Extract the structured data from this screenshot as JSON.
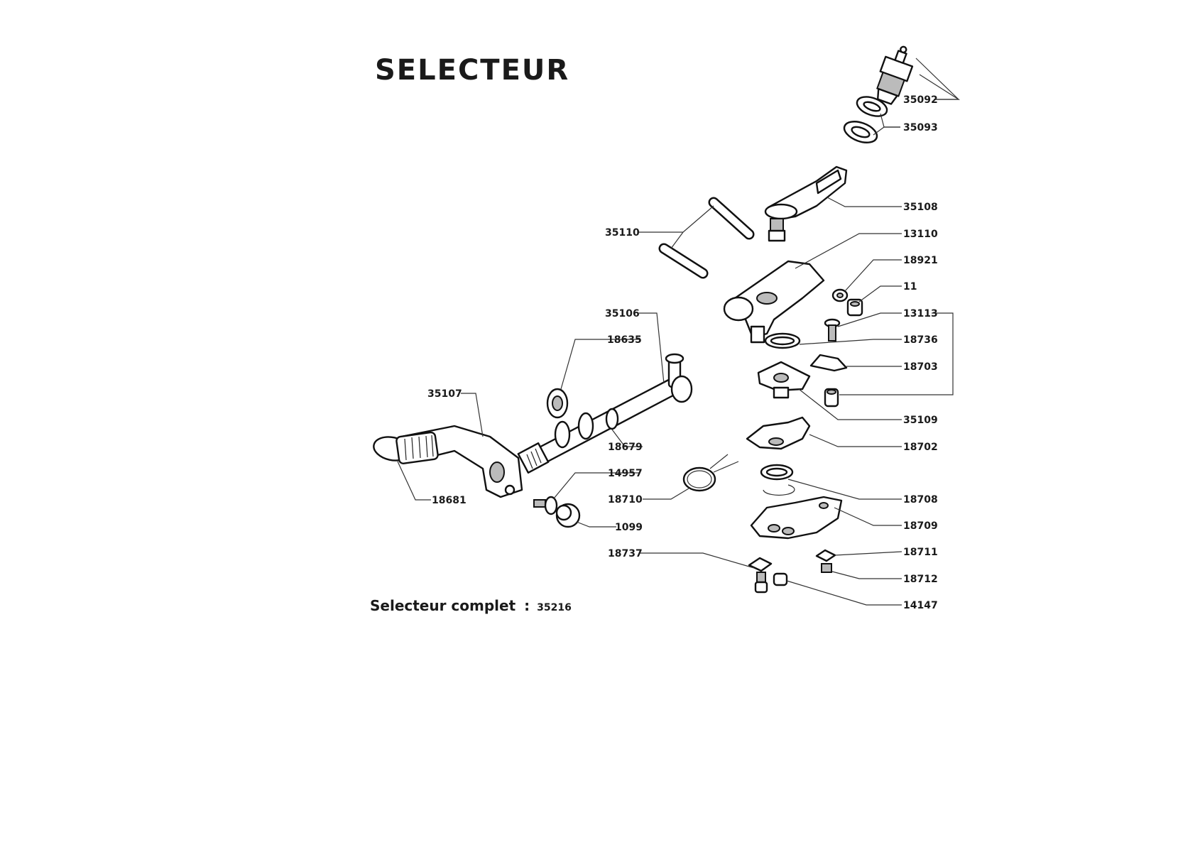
{
  "title": "SELECTEUR",
  "footer": {
    "label": "Selecteur complet",
    "separator": ":",
    "part_number": "35216"
  },
  "right_labels": {
    "p35092": "35092",
    "p35093": "35093",
    "p35108": "35108",
    "p13110": "13110",
    "p18921": "18921",
    "p11": "11",
    "p13113": "13113",
    "p18736": "18736",
    "p18703": "18703",
    "p35109": "35109",
    "p18702": "18702",
    "p18708": "18708",
    "p18709": "18709",
    "p18711": "18711",
    "p18712": "18712",
    "p14147": "14147"
  },
  "left_labels": {
    "p35110": "35110",
    "p35106": "35106",
    "p18635": "18635",
    "p35107": "35107",
    "p18679": "18679",
    "p14957": "14957",
    "p18710": "18710",
    "p1099": "1099",
    "p18737": "18737",
    "p18681": "18681"
  },
  "colors": {
    "ink": "#1a1a1a",
    "background": "#ffffff"
  }
}
